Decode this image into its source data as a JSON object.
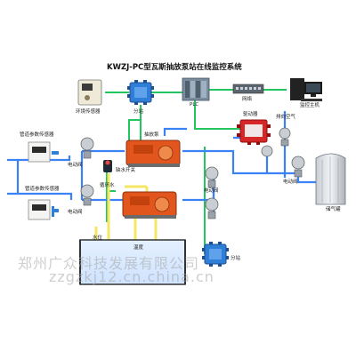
{
  "diagram": {
    "title": "KWZJ-PC型瓦斯抽放泵站在线监控系统",
    "labels": {
      "env_sensor": "环境传感器",
      "substation_top": "分站",
      "plc": "PLC",
      "network": "网络",
      "host": "监控主机",
      "driver": "驱动器",
      "exhaust": "排向空气",
      "pipe_sensor_1": "管道参数传感器",
      "pipe_sensor_2": "管道参数传感器",
      "motor_valve_1": "电动阀",
      "motor_valve_2": "电动阀",
      "motor_valve_3": "电动阀",
      "motor_valve_4": "电动阀",
      "pump": "抽放泵",
      "water_switch": "缺水开关",
      "circulating_water": "循环水",
      "water_level": "水位",
      "temperature": "温度",
      "gas_tank": "储气罐",
      "substation_bottom": "分站"
    },
    "watermark": {
      "line1": "郑州广众科技发展有限公司",
      "line2": "zzgzkj12.cn.china.cn"
    },
    "colors": {
      "signal_line": "#22c55e",
      "pipe": "#3b82f6",
      "water_line": "#f5e663",
      "pump": "#e2561e",
      "driver": "#d72626",
      "junction_box": "#2f7fd8"
    }
  }
}
